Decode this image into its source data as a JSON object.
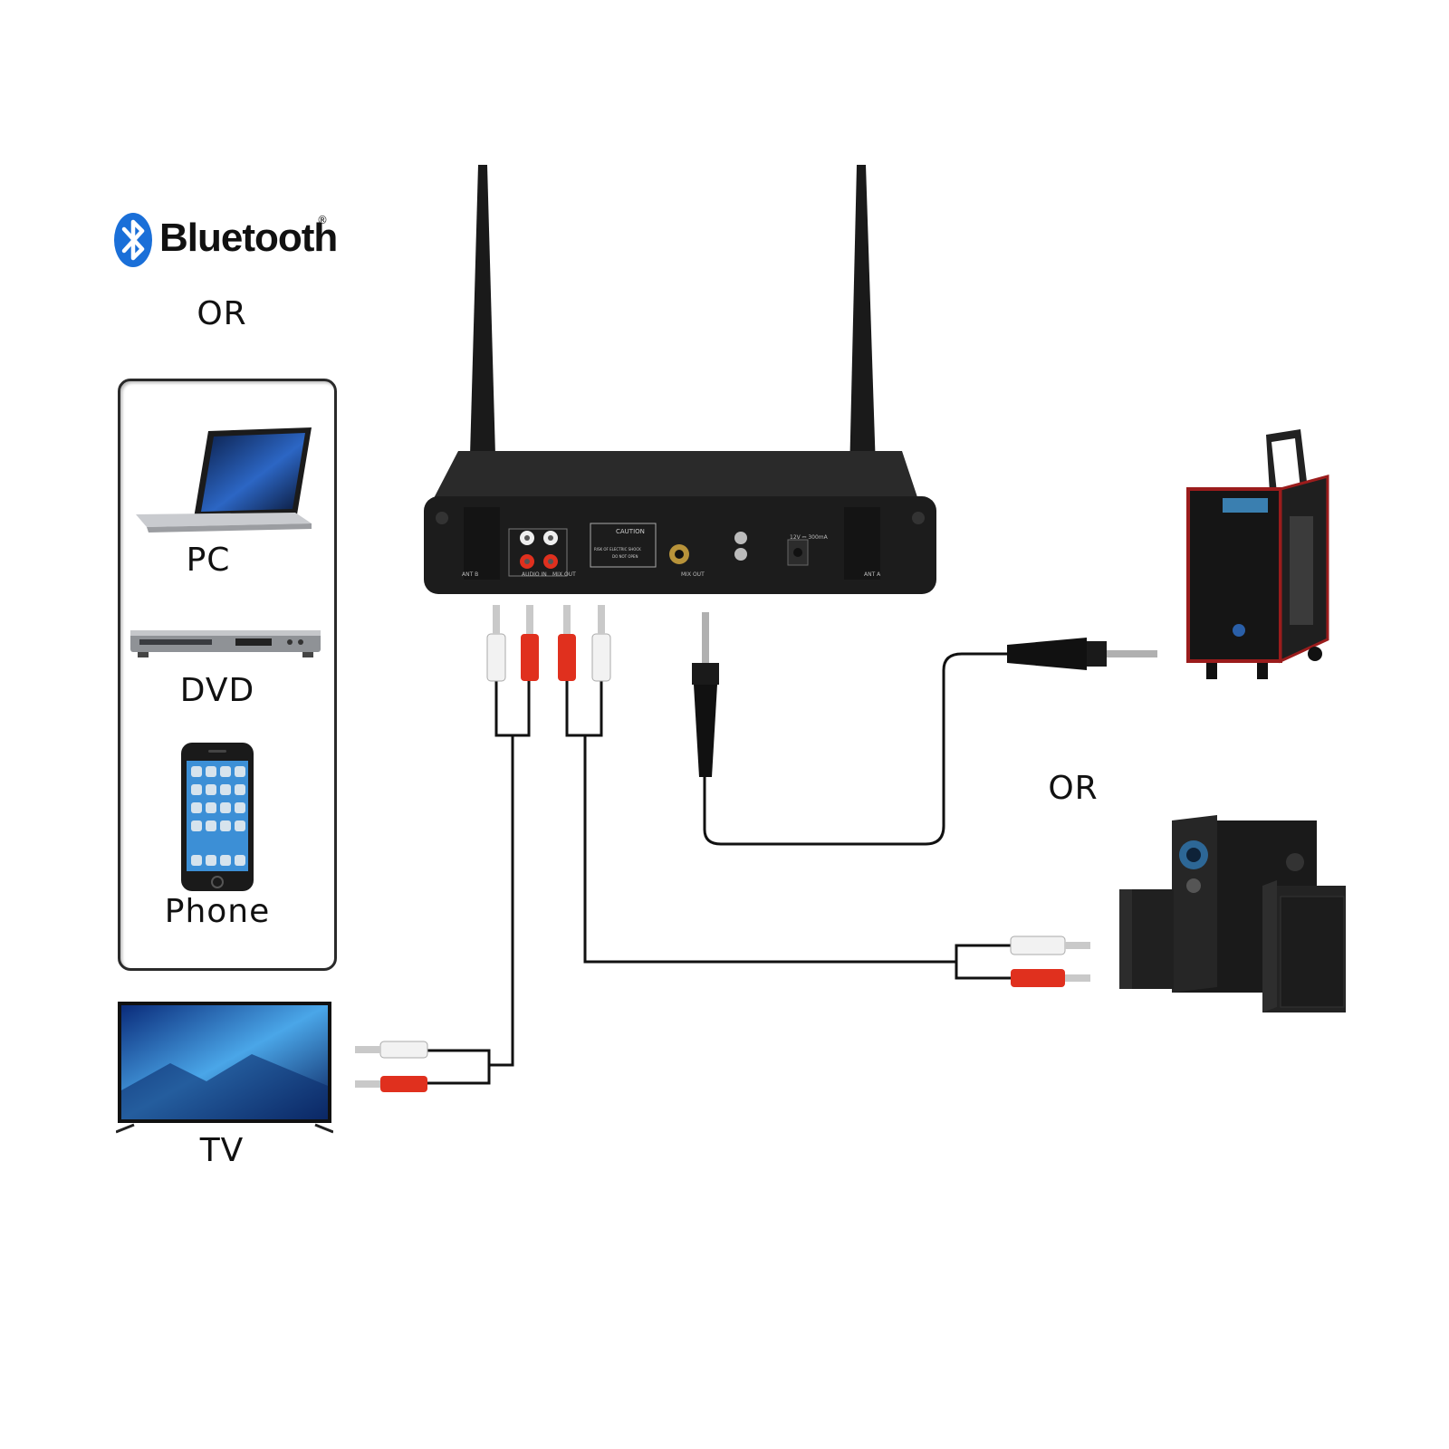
{
  "bluetooth": {
    "brand": "Bluetooth",
    "trademark": "®",
    "icon": "bluetooth-icon",
    "color": "#1a6fd8"
  },
  "labels": {
    "or_top": "OR",
    "pc": "PC",
    "dvd": "DVD",
    "phone": "Phone",
    "tv": "TV",
    "or_right": "OR"
  },
  "receiver": {
    "ant_b": "ANT B",
    "audio_in": "AUDIO IN",
    "mix_out_rca": "MIX OUT",
    "caution_title": "CAUTION",
    "caution_line1": "RISK OF ELECTRIC SHOCK",
    "caution_line2": "DO NOT OPEN",
    "mix_out_jack": "MIX OUT",
    "power": "12V ⎓ 300mA",
    "ant_a": "ANT A"
  },
  "colors": {
    "rca_red": "#e0301e",
    "rca_white": "#f2f2f2",
    "cable": "#111111",
    "receiver_body": "#1c1c1c"
  },
  "icons": [
    "laptop-icon",
    "dvd-player-icon",
    "smartphone-icon",
    "tv-icon",
    "trolley-speaker-icon",
    "speaker-system-icon"
  ]
}
